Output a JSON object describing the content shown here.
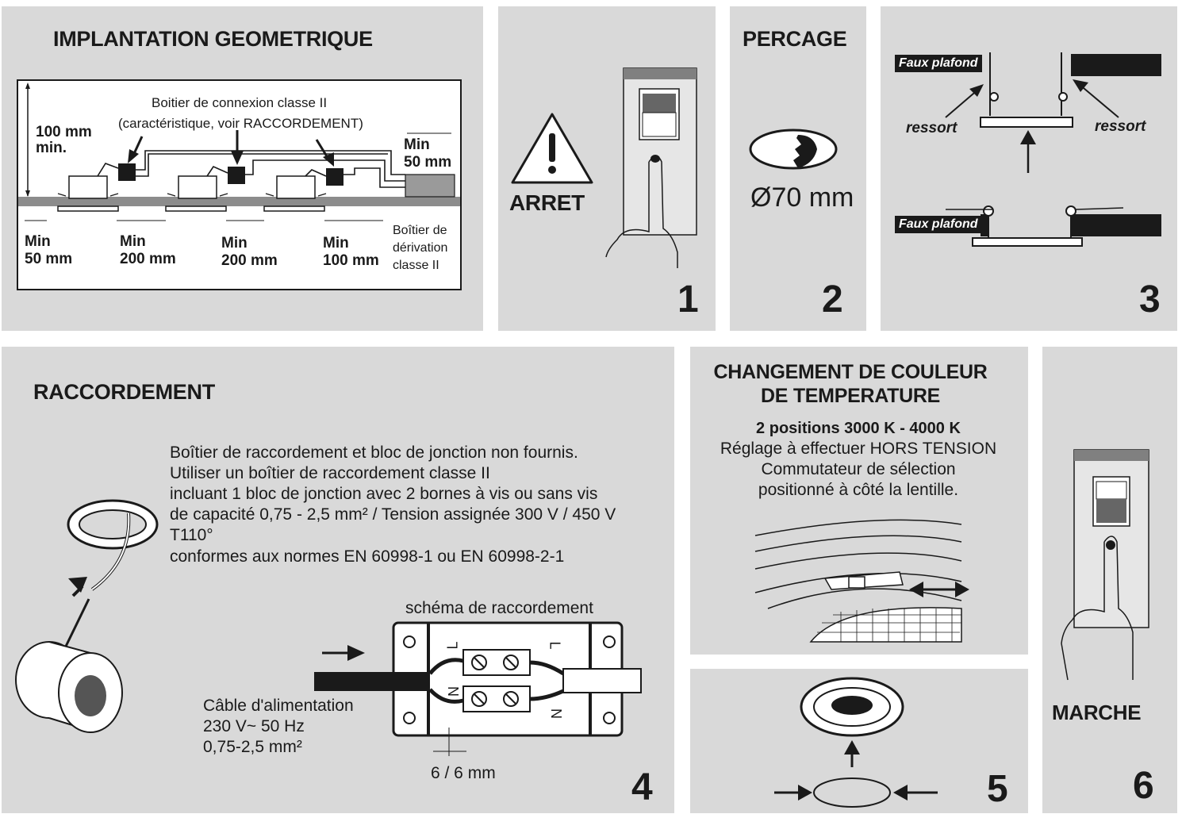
{
  "panel_implantation": {
    "title": "IMPLANTATION GEOMETRIQUE",
    "connector_line1": "Boitier de connexion classe II",
    "connector_line2": "(caractéristique, voir RACCORDEMENT)",
    "height_min_1": "100 mm",
    "height_min_2": "min.",
    "right_min_1": "Min",
    "right_min_2": "50 mm",
    "spacings": [
      {
        "a": "Min",
        "b": "50 mm"
      },
      {
        "a": "Min",
        "b": "200 mm"
      },
      {
        "a": "Min",
        "b": "200 mm"
      },
      {
        "a": "Min",
        "b": "100 mm"
      }
    ],
    "derivation_1": "Boîtier de",
    "derivation_2": "dérivation",
    "derivation_3": "classe II"
  },
  "step1": {
    "warning": "ARRET",
    "number": "1"
  },
  "step2": {
    "title": "PERCAGE",
    "diameter": "Ø70 mm",
    "number": "2"
  },
  "step3": {
    "faux_plafond": "Faux plafond",
    "ressort": "ressort",
    "number": "3"
  },
  "step4": {
    "title": "RACCORDEMENT",
    "description": [
      "Boîtier de raccordement et bloc de jonction non fournis.",
      "Utiliser un boîtier de raccordement classe II",
      "incluant 1 bloc de jonction  avec 2 bornes à vis ou sans vis",
      "de capacité 0,75 - 2,5 mm² / Tension assignée 300 V / 450 V",
      "T110°",
      "conformes aux normes EN 60998-1 ou EN 60998-2-1"
    ],
    "schema_title": "schéma de raccordement",
    "cable_1": "Câble d'alimentation",
    "cable_2": "230 V~ 50 Hz",
    "cable_3": "0,75-2,5 mm²",
    "strip": "6 / 6 mm",
    "terminal_L": "L",
    "terminal_N": "N",
    "number": "4"
  },
  "step_color": {
    "title_1": "CHANGEMENT DE COULEUR",
    "title_2": "DE TEMPERATURE",
    "positions": "2 positions 3000 K - 4000 K",
    "line_1": "Réglage à effectuer HORS TENSION",
    "line_2": "Commutateur de sélection",
    "line_3": "positionné à côté la lentille."
  },
  "step5": {
    "number": "5"
  },
  "step6": {
    "label": "MARCHE",
    "number": "6"
  },
  "colors": {
    "panel": "#d9d9d9",
    "ink": "#1a1a1a"
  }
}
